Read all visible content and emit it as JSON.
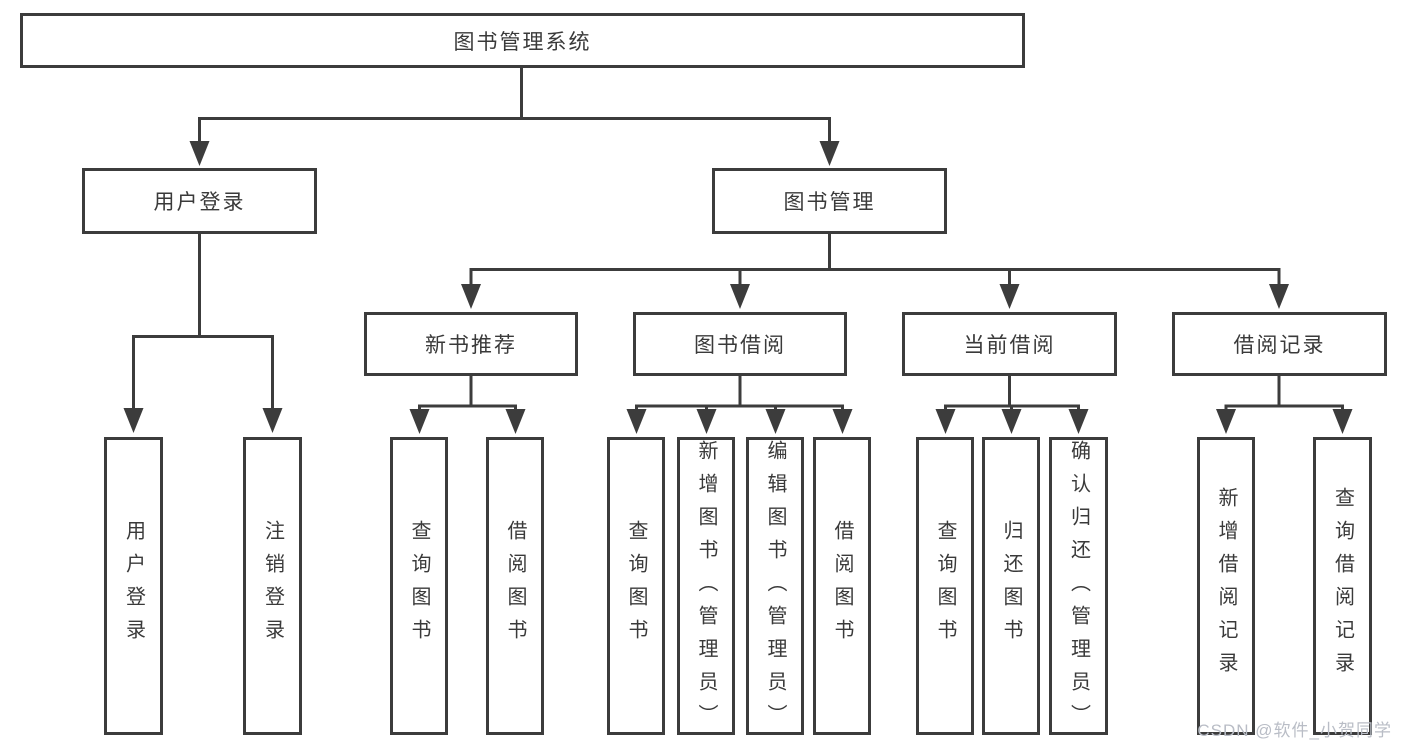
{
  "diagram": {
    "root": {
      "label": "图书管理系统"
    },
    "branches": [
      {
        "label": "用户登录",
        "children": [
          {
            "label": "用户登录"
          },
          {
            "label": "注销登录"
          }
        ]
      },
      {
        "label": "图书管理",
        "children": [
          {
            "label": "新书推荐",
            "children": [
              {
                "label": "查询图书"
              },
              {
                "label": "借阅图书"
              }
            ]
          },
          {
            "label": "图书借阅",
            "children": [
              {
                "label": "查询图书"
              },
              {
                "label": "新增图书（管理员）"
              },
              {
                "label": "编辑图书（管理员）"
              },
              {
                "label": "借阅图书"
              }
            ]
          },
          {
            "label": "当前借阅",
            "children": [
              {
                "label": "查询图书"
              },
              {
                "label": "归还图书"
              },
              {
                "label": "确认归还（管理员）"
              }
            ]
          },
          {
            "label": "借阅记录",
            "children": [
              {
                "label": "新增借阅记录"
              },
              {
                "label": "查询借阅记录"
              }
            ]
          }
        ]
      }
    ]
  },
  "watermark": {
    "text": "CSDN @软件_小贺同学"
  },
  "colors": {
    "line": "#3c3c3c",
    "text": "#3a3a3a",
    "background": "#ffffff",
    "watermark": "#b9bdc6"
  }
}
